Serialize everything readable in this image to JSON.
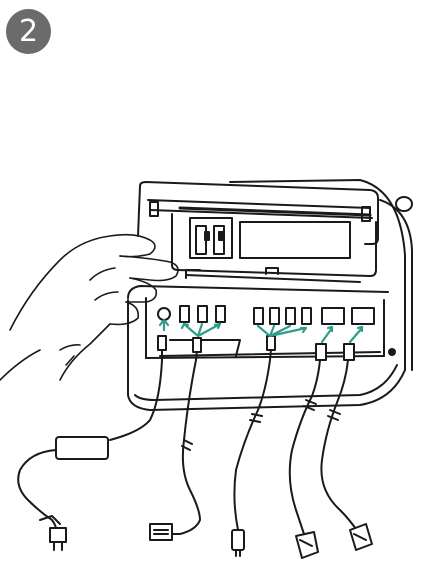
{
  "step": {
    "number": "2"
  },
  "colors": {
    "line": "#1a1a1a",
    "arrow": "#2e9e8a",
    "badge": "#6b6b6b",
    "badge_text": "#ffffff"
  },
  "figure": {
    "subject": "device",
    "cables": [
      "power-adapter-cable",
      "usb-a-cable",
      "usb-c-cable",
      "ethernet-cable-1",
      "ethernet-cable-2"
    ]
  }
}
